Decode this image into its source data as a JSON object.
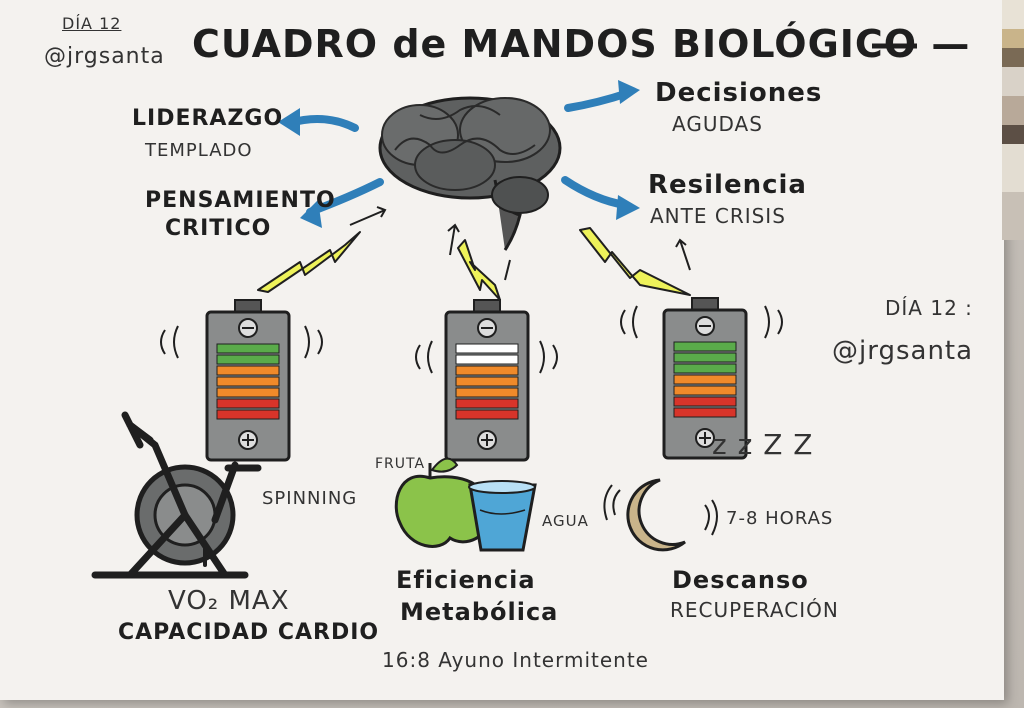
{
  "colors": {
    "ink": "#1f1f1f",
    "arrow_blue": "#2f7fb9",
    "bolt_yellow": "#eef25a",
    "battery_grey": "#8a8c8c",
    "green": "#5aab4a",
    "orange": "#f08a2a",
    "red": "#d8342a",
    "apple": "#8bc34a",
    "water": "#4fa6d6",
    "moon": "#c9b48a"
  },
  "header": {
    "corner_day": "DÍA 12",
    "corner_handle": "@jrgsanta",
    "title": "CUADRO de MANDOS BIOLÓGICO —"
  },
  "brain_outputs": {
    "leadership_title": "LIDERAZGO",
    "leadership_sub": "TEMPLADO",
    "critical_title_1": "PENSAMIENTO",
    "critical_title_2": "CRITICO",
    "decisions_title": "Decisiones",
    "decisions_sub": "AGUDAS",
    "resilience_title": "Resilencia",
    "resilience_sub": "ANTE CRISIS"
  },
  "signature": {
    "day": "DÍA 12 :",
    "handle": "@jrgsanta"
  },
  "batteries": [
    {
      "id": "cardio",
      "level_bars": [
        "#5aab4a",
        "#5aab4a",
        "#f08a2a",
        "#f08a2a",
        "#f08a2a",
        "#d8342a",
        "#d8342a"
      ]
    },
    {
      "id": "metabolic",
      "level_bars": [
        "#ffffff",
        "#ffffff",
        "#f08a2a",
        "#f08a2a",
        "#f08a2a",
        "#d8342a",
        "#d8342a"
      ]
    },
    {
      "id": "rest",
      "level_bars": [
        "#5aab4a",
        "#5aab4a",
        "#5aab4a",
        "#f08a2a",
        "#f08a2a",
        "#d8342a",
        "#d8342a"
      ]
    }
  ],
  "cardio": {
    "activity": "SPINNING",
    "metric": "VO₂ MAX",
    "label": "CAPACIDAD CARDIO"
  },
  "metabolic": {
    "fruit": "FRUTA",
    "water": "AGUA",
    "label_1": "Eficiencia",
    "label_2": "Metabólica",
    "fasting": "16:8 Ayuno Intermitente"
  },
  "rest": {
    "sleep_letters": "z z Z Z",
    "hours": "7-8 HORAS",
    "label": "Descanso",
    "sub": "RECUPERACIÓN"
  }
}
